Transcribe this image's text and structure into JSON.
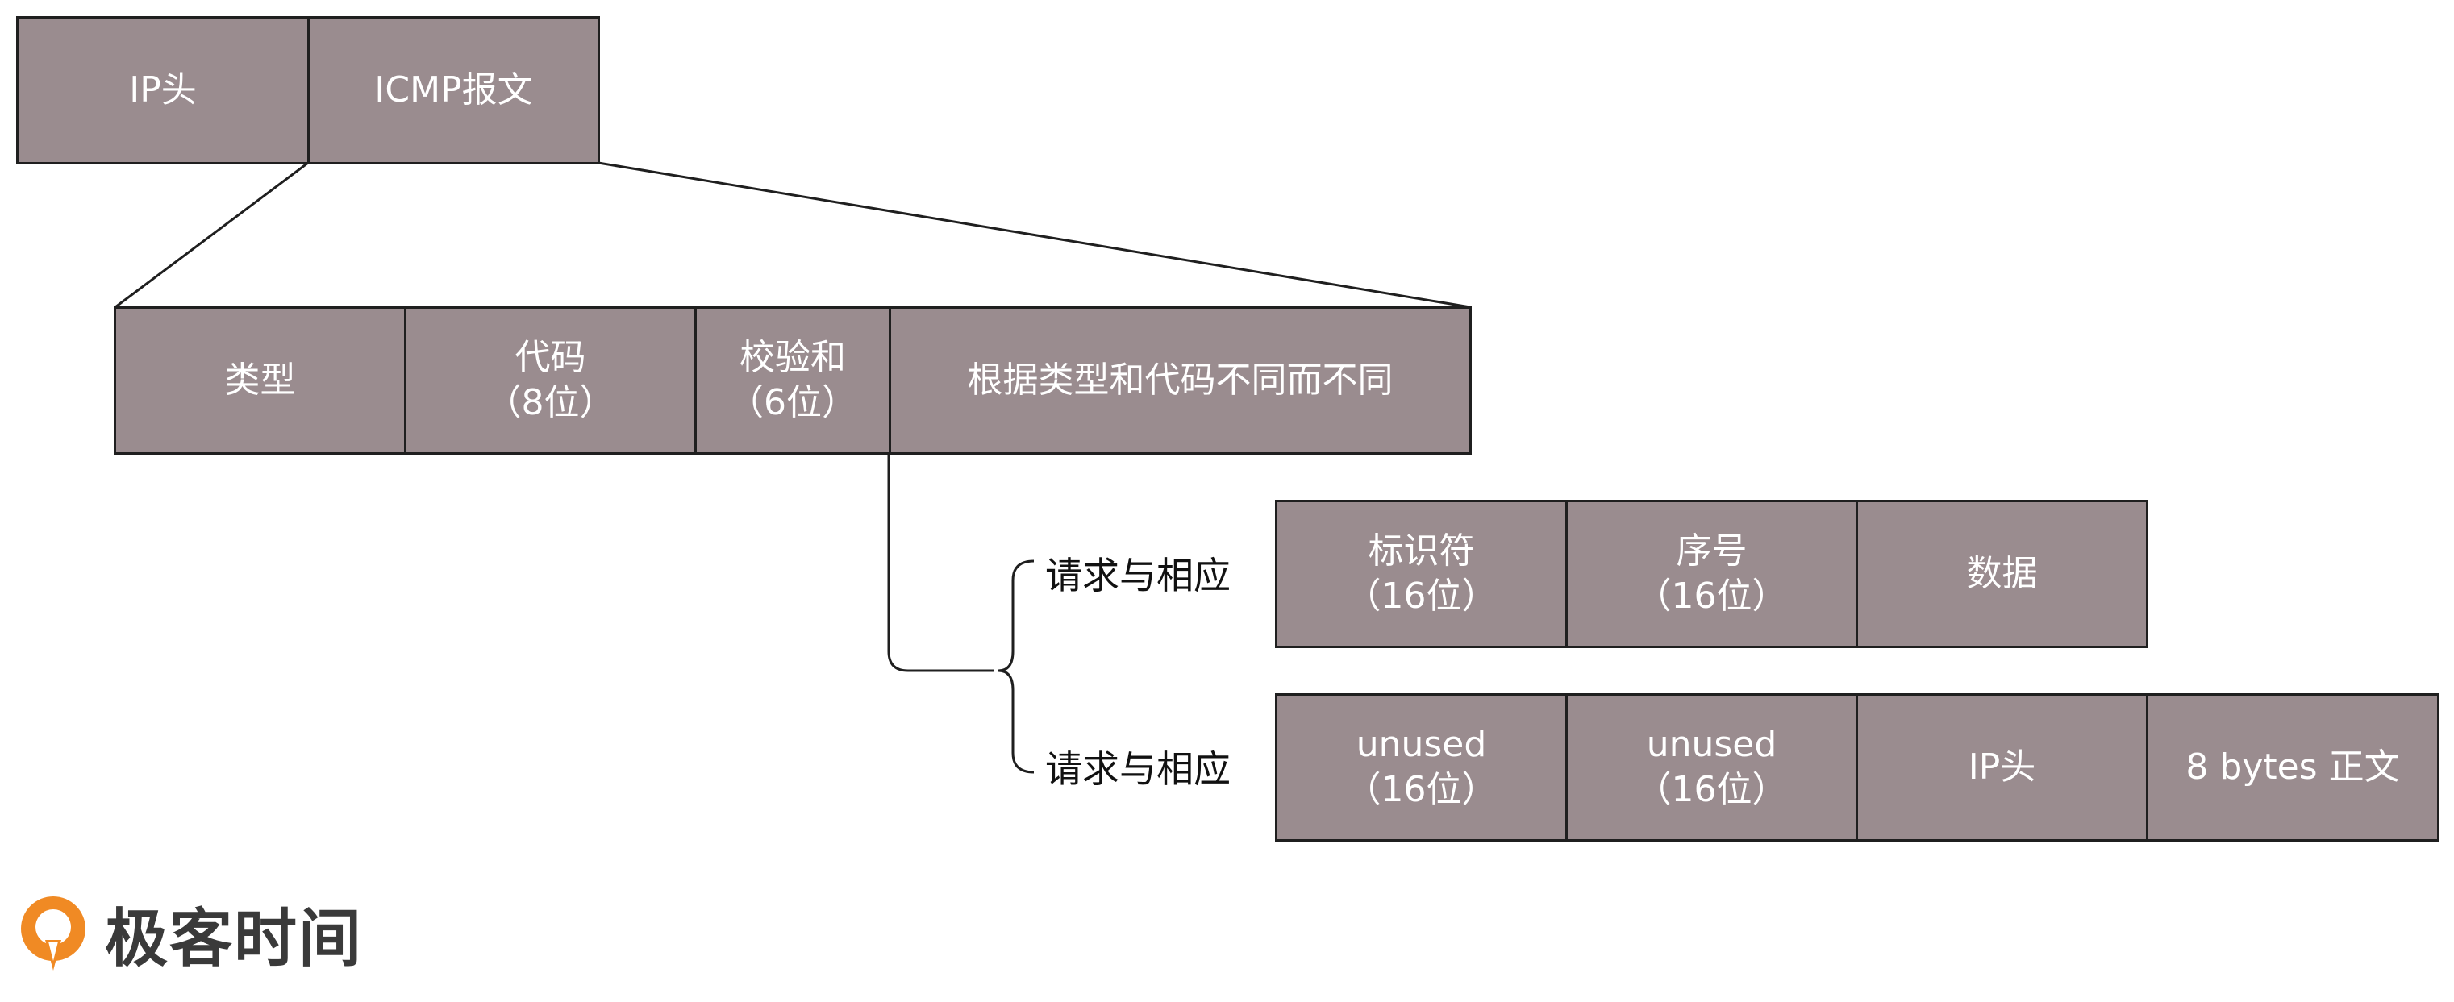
{
  "colors": {
    "cell_fill": "#9a8c8f",
    "cell_border": "#1f1f1f",
    "cell_text": "#ffffff",
    "line": "#1f1f1f",
    "logo_orange": "#f08a24"
  },
  "ip_packet": {
    "ip_header": "IP头",
    "icmp_message": "ICMP报文"
  },
  "icmp_fields": {
    "type": "类型",
    "code": "代码\n（8位）",
    "checksum": "校验和\n（6位）",
    "variable": "根据类型和代码不同而不同"
  },
  "branch_labels": {
    "upper": "请求与相应",
    "lower": "请求与相应"
  },
  "request_row": {
    "identifier": "标识符\n（16位）",
    "sequence": "序号\n（16位）",
    "data": "数据"
  },
  "error_row": {
    "unused1": "unused\n（16位）",
    "unused2": "unused\n（16位）",
    "ip_header": "IP头",
    "body": "8 bytes 正文"
  },
  "logo": {
    "icon": "geektime-logo-icon",
    "text": "极客时间"
  }
}
